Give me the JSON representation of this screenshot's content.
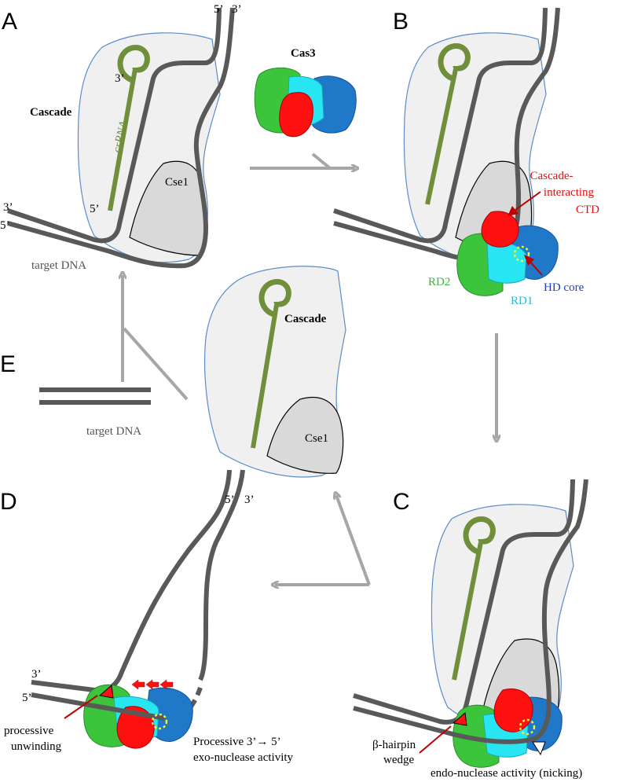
{
  "panels": {
    "a": "A",
    "b": "B",
    "c": "C",
    "d": "D",
    "e": "E"
  },
  "labels": {
    "cascade": "Cascade",
    "crRNA": "crRNA",
    "cse1": "Cse1",
    "cas3": "Cas3",
    "target_dna": "target DNA",
    "prime3": "3’",
    "prime5": "5’",
    "cascade_interacting_line1": "Cascade-",
    "cascade_interacting_line2": "interacting",
    "cascade_interacting_line3": "CTD",
    "hd_core": "HD core",
    "rd1": "RD1",
    "rd2": "RD2",
    "beta_hairpin_line1": "β-hairpin",
    "beta_hairpin_line2": "wedge",
    "endo_nuclease": "endo-nuclease activity (nicking)",
    "processive_line1": "processive",
    "processive_line2": "unwinding",
    "exo_line1": "Processive 3’→ 5’",
    "exo_line2": "exo-nuclease activity"
  },
  "colors": {
    "dna": "#595959",
    "crrna": "#6f8f3a",
    "cascade_fill": "#f0f0f0",
    "cascade_edge": "#5b8cc7",
    "cse1_fill": "#d9d9d9",
    "rd2": "#3cc43c",
    "rd1": "#27e6f2",
    "hd": "#1f78c8",
    "ctd": "#ff1010",
    "arrow_gray": "#a6a6a6",
    "arrow_red": "#c00000",
    "hd_label": "#1f3fbf",
    "rd1_label": "#27b8d8",
    "rd2_label": "#3cb43c",
    "ctd_label": "#e01010"
  }
}
